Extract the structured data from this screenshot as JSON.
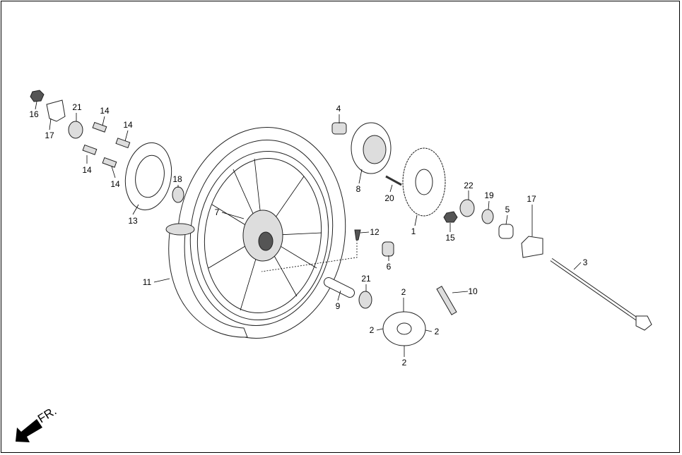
{
  "diagram": {
    "direction_label": "FR.",
    "parts": [
      {
        "id": "16",
        "label": "16"
      },
      {
        "id": "17a",
        "label": "17"
      },
      {
        "id": "21a",
        "label": "21"
      },
      {
        "id": "14a",
        "label": "14"
      },
      {
        "id": "14b",
        "label": "14"
      },
      {
        "id": "14c",
        "label": "14"
      },
      {
        "id": "14d",
        "label": "14"
      },
      {
        "id": "13",
        "label": "13"
      },
      {
        "id": "18",
        "label": "18"
      },
      {
        "id": "7",
        "label": "7"
      },
      {
        "id": "11",
        "label": "11"
      },
      {
        "id": "4",
        "label": "4"
      },
      {
        "id": "8",
        "label": "8"
      },
      {
        "id": "20",
        "label": "20"
      },
      {
        "id": "12",
        "label": "12"
      },
      {
        "id": "6",
        "label": "6"
      },
      {
        "id": "1",
        "label": "1"
      },
      {
        "id": "15",
        "label": "15"
      },
      {
        "id": "22",
        "label": "22"
      },
      {
        "id": "19",
        "label": "19"
      },
      {
        "id": "5",
        "label": "5"
      },
      {
        "id": "17b",
        "label": "17"
      },
      {
        "id": "3",
        "label": "3"
      },
      {
        "id": "21b",
        "label": "21"
      },
      {
        "id": "9",
        "label": "9"
      },
      {
        "id": "10",
        "label": "10"
      },
      {
        "id": "2a",
        "label": "2"
      },
      {
        "id": "2b",
        "label": "2"
      },
      {
        "id": "2c",
        "label": "2"
      },
      {
        "id": "2d",
        "label": "2"
      }
    ]
  }
}
